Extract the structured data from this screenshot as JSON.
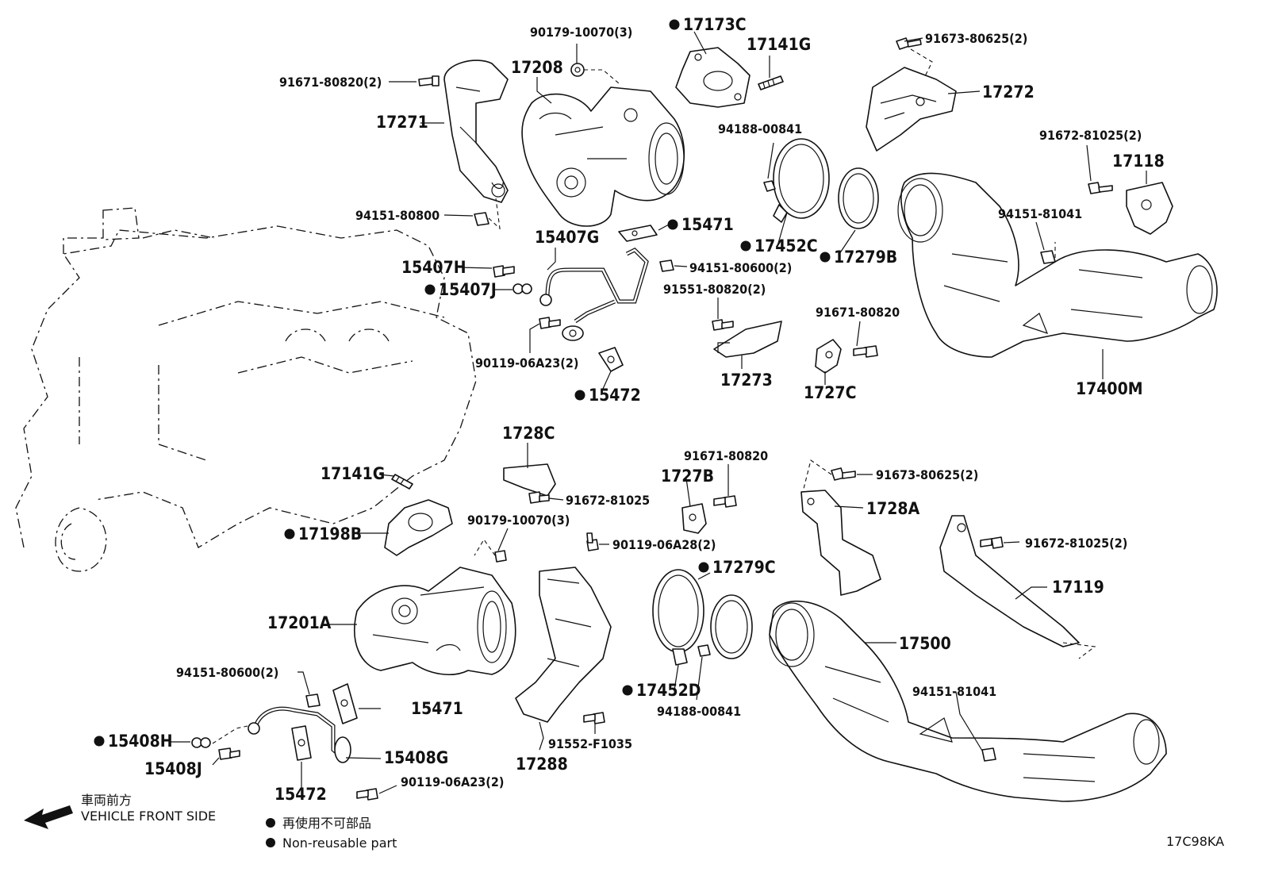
{
  "diagram": {
    "code": "17C98KA",
    "orientation": {
      "label_jp": "車両前方",
      "label_en": "VEHICLE FRONT SIDE",
      "icon": "arrow-left-icon"
    },
    "legend": [
      {
        "jp": "再使用不可部品",
        "en": "Non-reusable part",
        "icon": "filled-circle-icon"
      }
    ],
    "parts": [
      {
        "id": "p17173C",
        "no": "17173C",
        "nonreusable": true
      },
      {
        "id": "p90179_10070_3a",
        "no": "90179-10070(3)",
        "nonreusable": false
      },
      {
        "id": "p17141G_a",
        "no": "17141G",
        "nonreusable": false
      },
      {
        "id": "p91673_80625_2a",
        "no": "91673-80625(2)",
        "nonreusable": false
      },
      {
        "id": "p17208",
        "no": "17208",
        "nonreusable": false
      },
      {
        "id": "p91671_80820_2",
        "no": "91671-80820(2)",
        "nonreusable": false
      },
      {
        "id": "p17272",
        "no": "17272",
        "nonreusable": false
      },
      {
        "id": "p17271",
        "no": "17271",
        "nonreusable": false
      },
      {
        "id": "p94188_00841_a",
        "no": "94188-00841",
        "nonreusable": false
      },
      {
        "id": "p91672_81025_2a",
        "no": "91672-81025(2)",
        "nonreusable": false
      },
      {
        "id": "p17118",
        "no": "17118",
        "nonreusable": false
      },
      {
        "id": "p94151_80800",
        "no": "94151-80800",
        "nonreusable": false
      },
      {
        "id": "p94151_81041_a",
        "no": "94151-81041",
        "nonreusable": false
      },
      {
        "id": "p15471_a",
        "no": "15471",
        "nonreusable": true
      },
      {
        "id": "p15407G",
        "no": "15407G",
        "nonreusable": false
      },
      {
        "id": "p17452C",
        "no": "17452C",
        "nonreusable": true
      },
      {
        "id": "p17279B",
        "no": "17279B",
        "nonreusable": true
      },
      {
        "id": "p15407H",
        "no": "15407H",
        "nonreusable": false
      },
      {
        "id": "p94151_80600_2a",
        "no": "94151-80600(2)",
        "nonreusable": false
      },
      {
        "id": "p15407J",
        "no": "15407J",
        "nonreusable": true
      },
      {
        "id": "p91551_80820_2",
        "no": "91551-80820(2)",
        "nonreusable": false
      },
      {
        "id": "p91671_80820_a",
        "no": "91671-80820",
        "nonreusable": false
      },
      {
        "id": "p90119_06A23_2a",
        "no": "90119-06A23(2)",
        "nonreusable": false
      },
      {
        "id": "p17273",
        "no": "17273",
        "nonreusable": false
      },
      {
        "id": "p1727C",
        "no": "1727C",
        "nonreusable": false
      },
      {
        "id": "p17400M",
        "no": "17400M",
        "nonreusable": false
      },
      {
        "id": "p15472_a",
        "no": "15472",
        "nonreusable": true
      },
      {
        "id": "p1728C",
        "no": "1728C",
        "nonreusable": false
      },
      {
        "id": "p91671_80820_b",
        "no": "91671-80820",
        "nonreusable": false
      },
      {
        "id": "p17141G_b",
        "no": "17141G",
        "nonreusable": false
      },
      {
        "id": "p1727B",
        "no": "1727B",
        "nonreusable": false
      },
      {
        "id": "p91673_80625_2b",
        "no": "91673-80625(2)",
        "nonreusable": false
      },
      {
        "id": "p91672_81025_a",
        "no": "91672-81025",
        "nonreusable": false
      },
      {
        "id": "p1728A",
        "no": "1728A",
        "nonreusable": false
      },
      {
        "id": "p17198B",
        "no": "17198B",
        "nonreusable": true
      },
      {
        "id": "p90179_10070_3b",
        "no": "90179-10070(3)",
        "nonreusable": false
      },
      {
        "id": "p91672_81025_2b",
        "no": "91672-81025(2)",
        "nonreusable": false
      },
      {
        "id": "p90119_06A28_2",
        "no": "90119-06A28(2)",
        "nonreusable": false
      },
      {
        "id": "p17279C",
        "no": "17279C",
        "nonreusable": true
      },
      {
        "id": "p17119",
        "no": "17119",
        "nonreusable": false
      },
      {
        "id": "p17201A",
        "no": "17201A",
        "nonreusable": false
      },
      {
        "id": "p17500",
        "no": "17500",
        "nonreusable": false
      },
      {
        "id": "p94151_80600_2b",
        "no": "94151-80600(2)",
        "nonreusable": false
      },
      {
        "id": "p94151_81041_b",
        "no": "94151-81041",
        "nonreusable": false
      },
      {
        "id": "p15471_b",
        "no": "15471",
        "nonreusable": false
      },
      {
        "id": "p17452D",
        "no": "17452D",
        "nonreusable": true
      },
      {
        "id": "p94188_00841_b",
        "no": "94188-00841",
        "nonreusable": false
      },
      {
        "id": "p15408H",
        "no": "15408H",
        "nonreusable": true
      },
      {
        "id": "p15408G",
        "no": "15408G",
        "nonreusable": false
      },
      {
        "id": "p91552_F1035",
        "no": "91552-F1035",
        "nonreusable": false
      },
      {
        "id": "p15408J",
        "no": "15408J",
        "nonreusable": false
      },
      {
        "id": "p17288",
        "no": "17288",
        "nonreusable": false
      },
      {
        "id": "p15472_b",
        "no": "15472",
        "nonreusable": false
      },
      {
        "id": "p90119_06A23_2b",
        "no": "90119-06A23(2)",
        "nonreusable": false
      }
    ]
  }
}
